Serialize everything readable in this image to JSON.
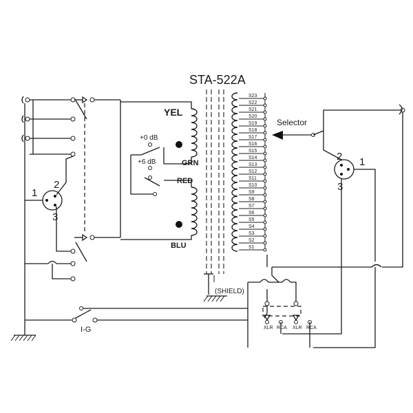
{
  "title": "STA-522A",
  "windings": {
    "yel": "YEL",
    "grn": "GRN",
    "red": "RED",
    "blu": "BLU"
  },
  "level_taps": {
    "zero_db": "+0 dB",
    "six_db": "+6 dB"
  },
  "selector_label": "Selector",
  "shield_label": "(SHIELD)",
  "secondary_taps": [
    "S23",
    "S22",
    "S21",
    "S20",
    "S19",
    "S18",
    "S17",
    "S16",
    "S15",
    "S14",
    "S13",
    "S12",
    "S11",
    "S10",
    "S9",
    "S8",
    "S7",
    "S6",
    "S5",
    "S4",
    "S3",
    "S2",
    "S1"
  ],
  "left_connector_pins": {
    "pin1": "1",
    "pin2": "2",
    "pin3": "3"
  },
  "right_connector_pins": {
    "pin1": "1",
    "pin2": "2",
    "pin3": "3"
  },
  "output_jacks": [
    "XLR",
    "RCA",
    "XLR",
    "RCA"
  ],
  "switch_label": "I-G"
}
